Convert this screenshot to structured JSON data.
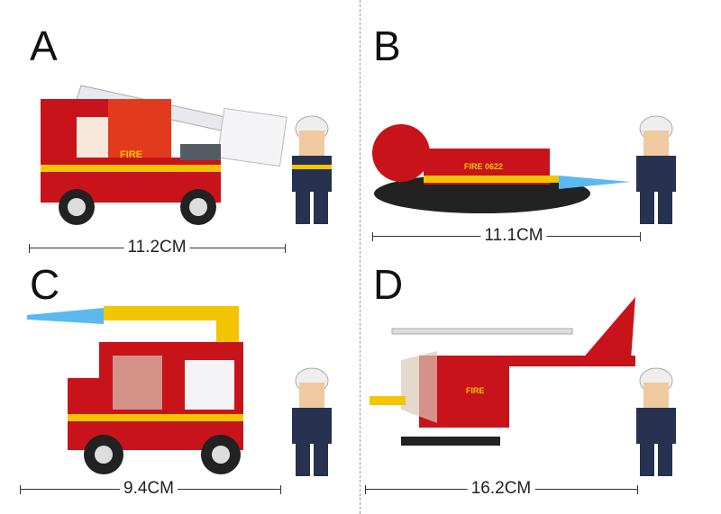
{
  "panels": [
    {
      "letter": "A",
      "size": "11.2CM",
      "toy_text": "FIRE"
    },
    {
      "letter": "B",
      "size": "11.1CM",
      "toy_text": "FIRE 0622"
    },
    {
      "letter": "C",
      "size": "9.4CM"
    },
    {
      "letter": "D",
      "size": "16.2CM",
      "toy_text": "FIRE"
    }
  ],
  "colors": {
    "red": "#d0161b",
    "yellow": "#f2c500",
    "navy": "#26324f",
    "grey": "#555b63"
  }
}
